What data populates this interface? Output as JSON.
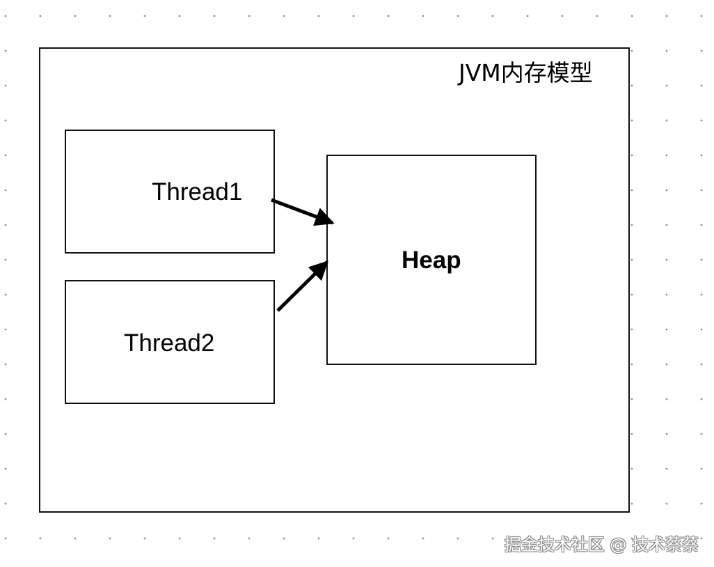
{
  "diagram": {
    "container": {
      "title": "JVM内存模型"
    },
    "nodes": [
      {
        "id": "thread1",
        "label": "Thread1"
      },
      {
        "id": "thread2",
        "label": "Thread2"
      },
      {
        "id": "heap",
        "label": "Heap"
      }
    ],
    "edges": [
      {
        "from": "thread1",
        "to": "heap"
      },
      {
        "from": "thread2",
        "to": "heap"
      }
    ]
  },
  "watermark": "掘金技术社区 @ 技术蔡蔡",
  "colors": {
    "stroke": "#111111",
    "background": "#ffffff",
    "grid_dot": "#9a9a9a"
  }
}
